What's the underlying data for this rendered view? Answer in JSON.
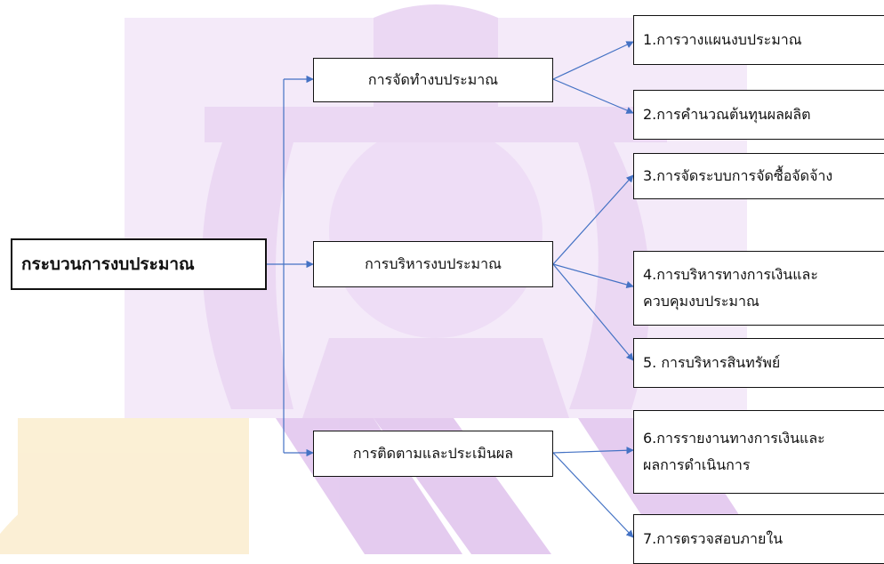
{
  "diagram": {
    "root": "กระบวนการงบประมาณ",
    "stages": [
      {
        "label": "การจัดทำงบประมาณ"
      },
      {
        "label": "การบริหารงบประมาณ"
      },
      {
        "label": "การติดตามและประเมินผล"
      }
    ],
    "tasks": [
      {
        "line1": "1.การวางแผนงบประมาณ",
        "line2": ""
      },
      {
        "line1": "2.การคำนวณต้นทุนผลผลิต",
        "line2": ""
      },
      {
        "line1": "3.การจัดระบบการจัดซื้อจัดจ้าง",
        "line2": ""
      },
      {
        "line1": "4.การบริหารทางการเงินและ",
        "line2": "ควบคุมงบประมาณ"
      },
      {
        "line1": "5. การบริหารสินทรัพย์",
        "line2": ""
      },
      {
        "line1": "6.การรายงานทางการเงินและ",
        "line2": "ผลการดำเนินการ"
      },
      {
        "line1": "7.การตรวจสอบภายใน",
        "line2": ""
      }
    ],
    "colors": {
      "arrow": "#4472C4",
      "watermark_purple": "#E8D2F2",
      "watermark_yellow": "#FBEFD3",
      "border": "#111111"
    }
  }
}
